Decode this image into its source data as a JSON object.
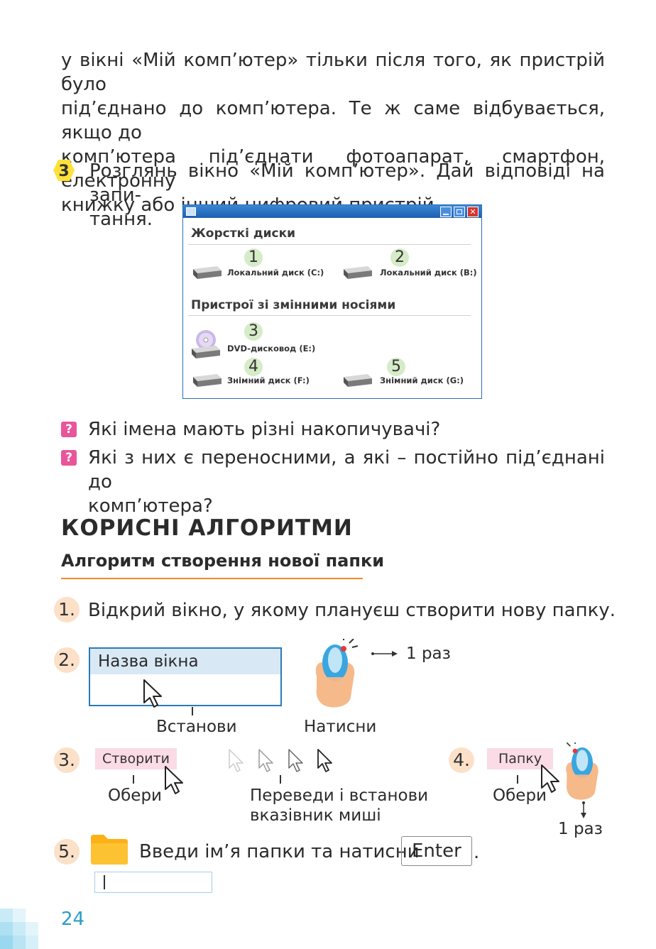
{
  "intro_lines": [
    "у вікні «Мій комп’ютер» тільки після того, як пристрій було",
    "під’єднано до комп’ютера. Те ж саме відбувається, якщо до",
    "комп’ютера під’єднати фотоапарат, смартфон, електронну",
    "книжку або інший цифровий пристрій."
  ],
  "task": {
    "number": "3",
    "line1": "Розглянь вікно «Мій комп’ютер». Дай відповіді на запи-",
    "line2": "тання."
  },
  "window": {
    "section_hard": "Жорсткі диски",
    "section_removable": "Пристрої зі змінними носіями",
    "drives": [
      {
        "num": "1",
        "label": "Локальний диск (C:)"
      },
      {
        "num": "2",
        "label": "Локальний диск (B:)"
      },
      {
        "num": "3",
        "label": "DVD-дисковод (E:)"
      },
      {
        "num": "4",
        "label": "Знімний диск (F:)"
      },
      {
        "num": "5",
        "label": "Знімний диск (G:)"
      }
    ]
  },
  "questions": [
    {
      "icon": "?",
      "line1": "Які імена мають різні накопичувачі?"
    },
    {
      "icon": "?",
      "line1": "Які з них є переносними, а які – постійно під’єднані до",
      "line2": "комп’ютера?"
    }
  ],
  "heading": "КОРИСНІ АЛГОРИТМИ",
  "subheading": "Алгоритм створення нової папки",
  "steps": {
    "s1": {
      "num": "1.",
      "text": "Відкрий вікно, у якому плануєш створити нову папку."
    },
    "s2": {
      "num": "2.",
      "window_title": "Назва вікна",
      "caption_set": "Встанови",
      "caption_press": "Натисни",
      "times": "1 раз"
    },
    "s3": {
      "num": "3.",
      "button": "Створити",
      "caption_choose": "Обери",
      "caption_move1": "Переведи і встанови",
      "caption_move2": "вказівник миші"
    },
    "s4": {
      "num": "4.",
      "button": "Папку",
      "caption_choose": "Обери",
      "times": "1 раз"
    },
    "s5": {
      "num": "5.",
      "text": "Введи ім’я папки та натисни",
      "key": "Enter",
      "period": "."
    }
  },
  "page_number": "24",
  "colors": {
    "accent_orange": "#f08a24",
    "window_blue": "#2a6fb8",
    "page_number": "#2a9dc9",
    "pink": "#e9559a"
  }
}
